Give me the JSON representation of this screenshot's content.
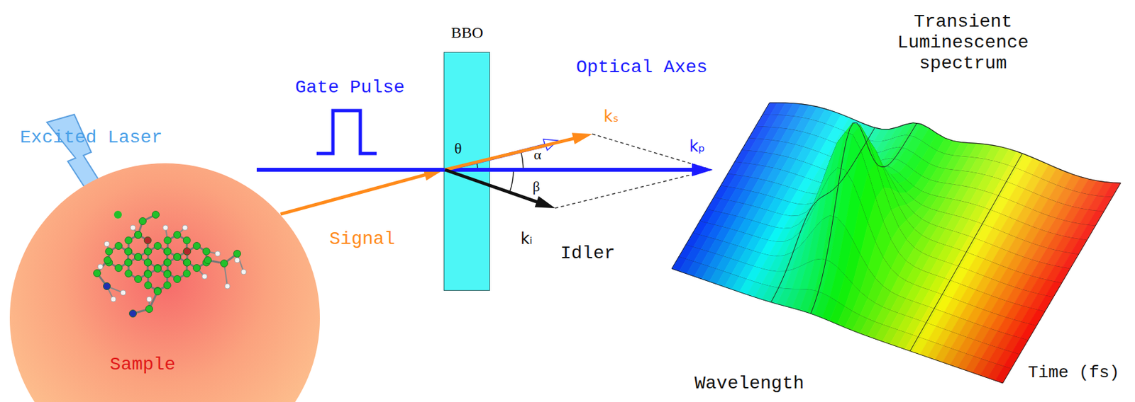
{
  "diagram": {
    "nodes": [
      {
        "text": [
          "Sample"
        ]
      },
      {
        "text": [
          "BBO"
        ]
      }
    ],
    "edges": [
      {
        "from": 0,
        "to": 1,
        "label": "Signal",
        "arrow": "to"
      }
    ],
    "labels": [
      "Gate Pulse",
      "Optical Axes",
      "θ",
      "α",
      "β",
      "kₛ",
      "kₚ",
      "kᵢ",
      "Idler",
      "Excited Laser",
      "Transient Luminescence spectrum",
      "Wavelength",
      "Time (fs)"
    ]
  }
}
